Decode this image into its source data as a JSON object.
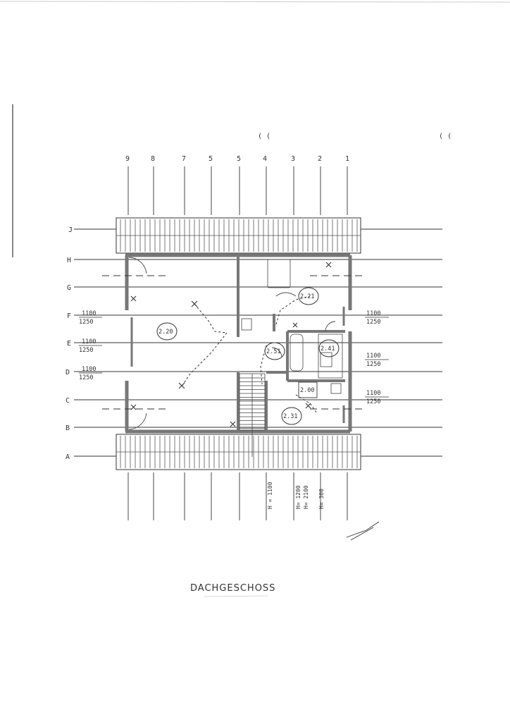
{
  "title": "DACHGESCHOSS",
  "grid": {
    "columns": [
      "9",
      "8",
      "7",
      "5",
      "5",
      "4",
      "3",
      "2",
      "1"
    ],
    "rows": [
      "J",
      "H",
      "G",
      "F",
      "E",
      "D",
      "C",
      "B",
      "A"
    ]
  },
  "dimensions_left": [
    {
      "top": "1100",
      "bottom": "1250"
    },
    {
      "top": "1100",
      "bottom": "1250"
    },
    {
      "top": "1100",
      "bottom": "1250"
    }
  ],
  "dimensions_right": [
    {
      "top": "1100",
      "bottom": "1250"
    },
    {
      "top": "1100",
      "bottom": "1250"
    },
    {
      "top": "1100",
      "bottom": "1250"
    }
  ],
  "rooms": [
    "2.20",
    "2.21",
    "2.51",
    "2.41",
    "2.00",
    "2.31"
  ],
  "heights": [
    "H = 1100",
    "H= 1200",
    "H= 2100",
    "H= 300"
  ],
  "colors": {
    "ink": "#333333",
    "wall": "#777777",
    "roof": "#555555"
  }
}
